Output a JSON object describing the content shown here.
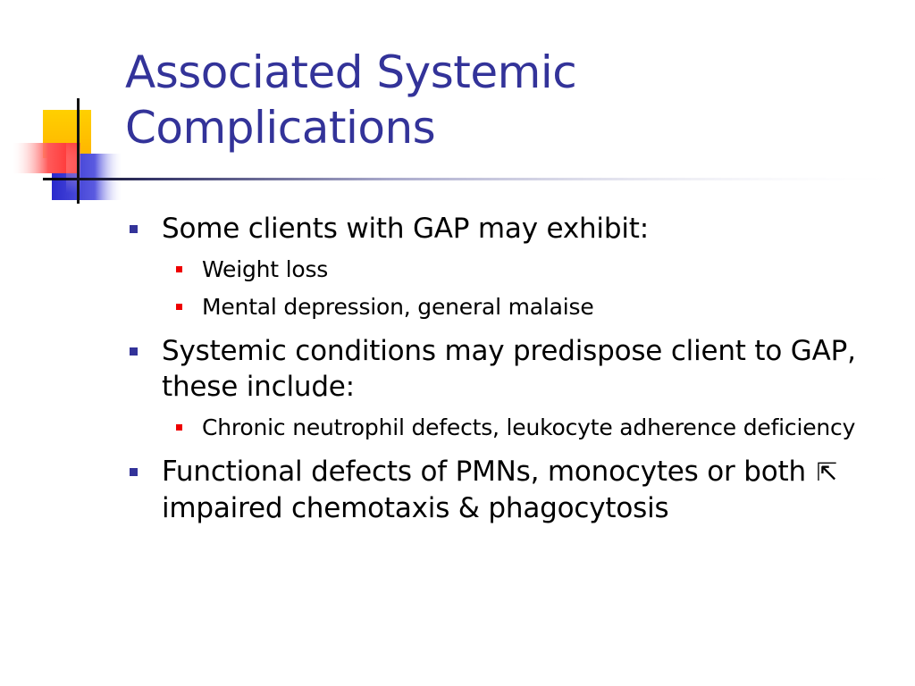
{
  "title": {
    "line1": "Associated Systemic",
    "line2": "Complications"
  },
  "bullets": [
    {
      "text": "Some clients with GAP may exhibit:",
      "sub": [
        {
          "text": "Weight loss"
        },
        {
          "text": "Mental depression, general malaise"
        }
      ]
    },
    {
      "text": "Systemic conditions may predispose client to GAP, these include:",
      "sub": [
        {
          "text": "Chronic neutrophil defects, leukocyte adherence deficiency"
        }
      ]
    },
    {
      "text_before": "Functional defects of PMNs, monocytes or both",
      "arrow_symbol": "⇱",
      "text_after": "impaired chemotaxis & phagocytosis"
    }
  ],
  "colors": {
    "title": "#333399",
    "bullet_level1": "#333399",
    "bullet_level2": "#ee0000",
    "deco_yellow": "#ffcc00",
    "deco_blue": "#3333cc",
    "deco_red": "#ff3333"
  }
}
